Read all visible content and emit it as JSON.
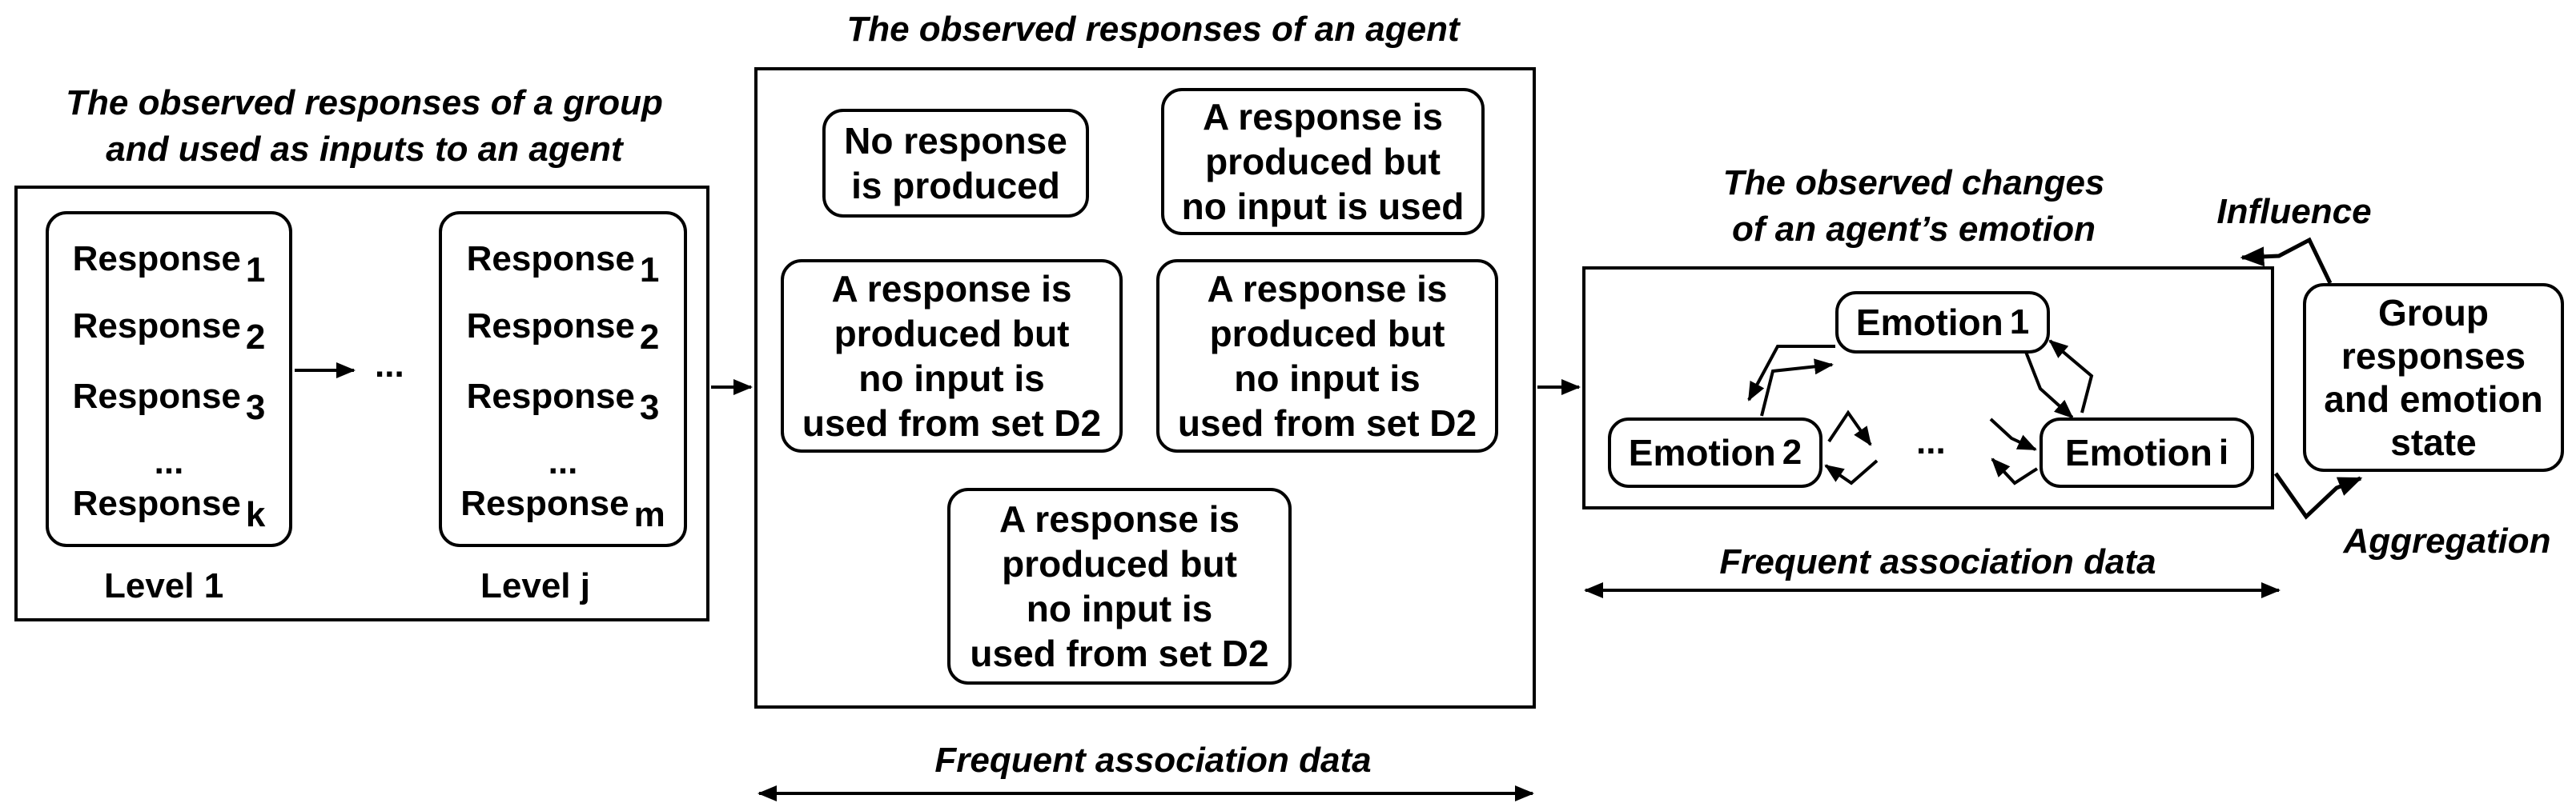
{
  "group_panel": {
    "title": "The observed responses of a group\nand used as inputs to an agent",
    "level1": {
      "label": "Level 1",
      "items": [
        {
          "text": "Response",
          "sub": "1"
        },
        {
          "text": "Response",
          "sub": "2"
        },
        {
          "text": "Response",
          "sub": "3"
        },
        {
          "text": "...",
          "sub": ""
        },
        {
          "text": "Response",
          "sub": "k"
        }
      ]
    },
    "ellipsis": "...",
    "levelj": {
      "label": "Level j",
      "items": [
        {
          "text": "Response",
          "sub": "1"
        },
        {
          "text": "Response",
          "sub": "2"
        },
        {
          "text": "Response",
          "sub": "3"
        },
        {
          "text": "...",
          "sub": ""
        },
        {
          "text": "Response",
          "sub": "m"
        }
      ]
    }
  },
  "agent_panel": {
    "title": "The observed responses of an agent",
    "boxes": [
      "No response\nis produced",
      "A response is\nproduced but\nno input is used",
      "A response is\nproduced but\nno input is\nused from set D2",
      "A response is\nproduced but\nno input is\nused from set D2",
      "A response is\nproduced but\nno input is\nused from set D2"
    ],
    "footer": "Frequent association data"
  },
  "emotion_panel": {
    "title": "The observed changes\nof an agent’s emotion",
    "emotion1": {
      "text": "Emotion",
      "sub": "1"
    },
    "emotion2": {
      "text": "Emotion",
      "sub": "2"
    },
    "emotioni": {
      "text": "Emotion",
      "sub": "i"
    },
    "ellipsis": "...",
    "footer": "Frequent association data"
  },
  "group_state": {
    "text": "Group\nresponses\nand emotion\nstate",
    "influence_label": "Influence",
    "aggregation_label": "Aggregation"
  }
}
